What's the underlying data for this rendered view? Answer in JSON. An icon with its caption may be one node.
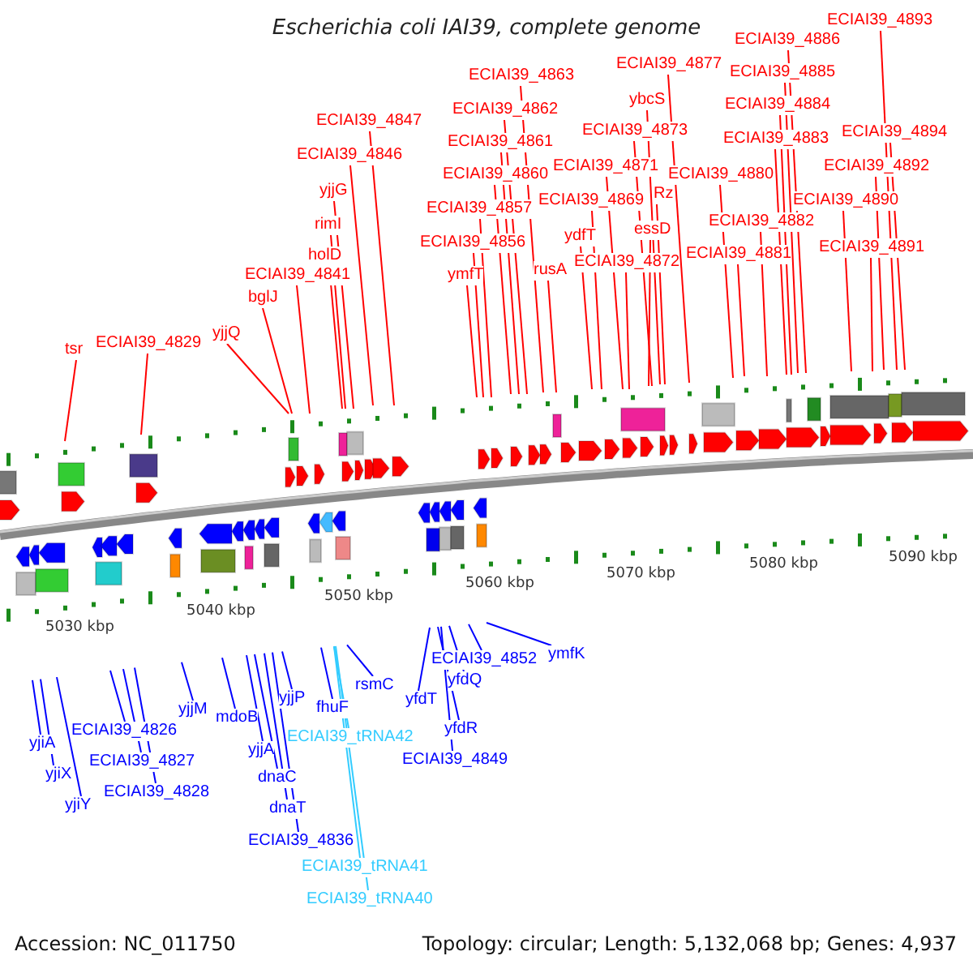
{
  "diagram": {
    "title": "Escherichia coli IAI39, complete genome",
    "nodes": [
      {
        "text": [
          "ECIAI39_4893"
        ]
      },
      {
        "text": [
          "ECIAI39_4886"
        ]
      },
      {
        "text": [
          "ECIAI39_4877"
        ]
      },
      {
        "text": [
          "ECIAI39_4885"
        ]
      },
      {
        "text": [
          "ECIAI39_4863"
        ]
      },
      {
        "text": [
          "ybcS"
        ]
      },
      {
        "text": [
          "ECIAI39_4884"
        ]
      },
      {
        "text": [
          "ECIAI39_4862"
        ]
      },
      {
        "text": [
          "ECIAI39_4847"
        ]
      },
      {
        "text": [
          "ECIAI39_4873"
        ]
      },
      {
        "text": [
          "ECIAI39_4894"
        ]
      },
      {
        "text": [
          "ECIAI39_4883"
        ]
      },
      {
        "text": [
          "ECIAI39_4861"
        ]
      },
      {
        "text": [
          "ECIAI39_4846"
        ]
      },
      {
        "text": [
          "ECIAI39_4871"
        ]
      },
      {
        "text": [
          "ECIAI39_4892"
        ]
      },
      {
        "text": [
          "ECIAI39_4860"
        ]
      },
      {
        "text": [
          "ECIAI39_4880"
        ]
      },
      {
        "text": [
          "yjjG"
        ]
      },
      {
        "text": [
          "Rz"
        ]
      },
      {
        "text": [
          "ECIAI39_4869"
        ]
      },
      {
        "text": [
          "ECIAI39_4890"
        ]
      },
      {
        "text": [
          "ECIAI39_4857"
        ]
      },
      {
        "text": [
          "ECIAI39_4882"
        ]
      },
      {
        "text": [
          "rimI"
        ]
      },
      {
        "text": [
          "essD"
        ]
      },
      {
        "text": [
          "ydfT"
        ]
      },
      {
        "text": [
          "ECIAI39_4856"
        ]
      },
      {
        "text": [
          "ECIAI39_4891"
        ]
      },
      {
        "text": [
          "ECIAI39_4881"
        ]
      },
      {
        "text": [
          "holD"
        ]
      },
      {
        "text": [
          "ECIAI39_4872"
        ]
      },
      {
        "text": [
          "rusA"
        ]
      },
      {
        "text": [
          "ymfT"
        ]
      },
      {
        "text": [
          "ECIAI39_4841"
        ]
      },
      {
        "text": [
          "bglJ"
        ]
      },
      {
        "text": [
          "yjjQ"
        ]
      },
      {
        "text": [
          "ECIAI39_4829"
        ]
      },
      {
        "text": [
          "tsr"
        ]
      },
      {
        "text": [
          "ymfK"
        ]
      },
      {
        "text": [
          "ECIAI39_4852"
        ]
      },
      {
        "text": [
          "yfdQ"
        ]
      },
      {
        "text": [
          "rsmC"
        ]
      },
      {
        "text": [
          "yjjP"
        ]
      },
      {
        "text": [
          "yfdT"
        ]
      },
      {
        "text": [
          "fhuF"
        ]
      },
      {
        "text": [
          "yjjM"
        ]
      },
      {
        "text": [
          "mdoB"
        ]
      },
      {
        "text": [
          "yfdR"
        ]
      },
      {
        "text": [
          "ECIAI39_4826"
        ]
      },
      {
        "text": [
          "ECIAI39_tRNA42"
        ]
      },
      {
        "text": [
          "yjiA"
        ]
      },
      {
        "text": [
          "yjjA"
        ]
      },
      {
        "text": [
          "ECIAI39_4849"
        ]
      },
      {
        "text": [
          "ECIAI39_4827"
        ]
      },
      {
        "text": [
          "yjiX"
        ]
      },
      {
        "text": [
          "dnaC"
        ]
      },
      {
        "text": [
          "ECIAI39_4828"
        ]
      },
      {
        "text": [
          "yjiY"
        ]
      },
      {
        "text": [
          "dnaT"
        ]
      },
      {
        "text": [
          "ECIAI39_4836"
        ]
      },
      {
        "text": [
          "ECIAI39_tRNA41"
        ]
      },
      {
        "text": [
          "ECIAI39_tRNA40"
        ]
      }
    ],
    "edges": [
      {
        "from": 0,
        "to": null,
        "arrow": "none"
      },
      {
        "from": 1,
        "to": null,
        "arrow": "none"
      },
      {
        "from": 2,
        "to": null,
        "arrow": "none"
      },
      {
        "from": 3,
        "to": null,
        "arrow": "none"
      },
      {
        "from": 4,
        "to": null,
        "arrow": "none"
      },
      {
        "from": 5,
        "to": null,
        "arrow": "none"
      },
      {
        "from": 6,
        "to": null,
        "arrow": "none"
      },
      {
        "from": 7,
        "to": null,
        "arrow": "none"
      },
      {
        "from": 8,
        "to": null,
        "arrow": "none"
      },
      {
        "from": 9,
        "to": null,
        "arrow": "none"
      },
      {
        "from": 10,
        "to": null,
        "arrow": "none"
      },
      {
        "from": 11,
        "to": null,
        "arrow": "none"
      },
      {
        "from": 12,
        "to": null,
        "arrow": "none"
      },
      {
        "from": 13,
        "to": null,
        "arrow": "none"
      },
      {
        "from": 14,
        "to": null,
        "arrow": "none"
      },
      {
        "from": 15,
        "to": null,
        "arrow": "none"
      },
      {
        "from": 16,
        "to": null,
        "arrow": "none"
      },
      {
        "from": 17,
        "to": null,
        "arrow": "none"
      },
      {
        "from": 18,
        "to": null,
        "arrow": "none"
      },
      {
        "from": 19,
        "to": null,
        "arrow": "none"
      },
      {
        "from": 20,
        "to": null,
        "arrow": "none"
      },
      {
        "from": 21,
        "to": null,
        "arrow": "none"
      },
      {
        "from": 22,
        "to": null,
        "arrow": "none"
      },
      {
        "from": 23,
        "to": null,
        "arrow": "none"
      },
      {
        "from": 24,
        "to": null,
        "arrow": "none"
      },
      {
        "from": 25,
        "to": null,
        "arrow": "none"
      },
      {
        "from": 26,
        "to": null,
        "arrow": "none"
      },
      {
        "from": 27,
        "to": null,
        "arrow": "none"
      },
      {
        "from": 28,
        "to": null,
        "arrow": "none"
      },
      {
        "from": 29,
        "to": null,
        "arrow": "none"
      },
      {
        "from": 30,
        "to": null,
        "arrow": "none"
      },
      {
        "from": 31,
        "to": null,
        "arrow": "none"
      },
      {
        "from": 32,
        "to": null,
        "arrow": "none"
      },
      {
        "from": 33,
        "to": null,
        "arrow": "none"
      },
      {
        "from": 34,
        "to": null,
        "arrow": "none"
      },
      {
        "from": 35,
        "to": null,
        "arrow": "none"
      },
      {
        "from": 36,
        "to": null,
        "arrow": "none"
      },
      {
        "from": 37,
        "to": null,
        "arrow": "none"
      },
      {
        "from": 38,
        "to": null,
        "arrow": "none"
      },
      {
        "from": 39,
        "to": null,
        "arrow": "none",
        "color": "#0000ff"
      },
      {
        "from": 40,
        "to": null,
        "arrow": "none",
        "color": "#0000ff"
      },
      {
        "from": 41,
        "to": null,
        "arrow": "none",
        "color": "#0000ff"
      },
      {
        "from": 42,
        "to": null,
        "arrow": "none",
        "color": "#0000ff"
      },
      {
        "from": 43,
        "to": null,
        "arrow": "none",
        "color": "#0000ff"
      },
      {
        "from": 44,
        "to": null,
        "arrow": "none",
        "color": "#0000ff"
      },
      {
        "from": 45,
        "to": null,
        "arrow": "none",
        "color": "#0000ff"
      },
      {
        "from": 46,
        "to": null,
        "arrow": "none",
        "color": "#0000ff"
      },
      {
        "from": 47,
        "to": null,
        "arrow": "none",
        "color": "#0000ff"
      },
      {
        "from": 48,
        "to": null,
        "arrow": "none",
        "color": "#0000ff"
      },
      {
        "from": 49,
        "to": null,
        "arrow": "none",
        "color": "#0000ff"
      },
      {
        "from": 50,
        "to": null,
        "arrow": "none",
        "color": "#33ccff"
      },
      {
        "from": 51,
        "to": null,
        "arrow": "none",
        "color": "#0000ff"
      },
      {
        "from": 52,
        "to": null,
        "arrow": "none",
        "color": "#0000ff"
      },
      {
        "from": 53,
        "to": null,
        "arrow": "none",
        "color": "#0000ff"
      },
      {
        "from": 54,
        "to": null,
        "arrow": "none",
        "color": "#0000ff"
      },
      {
        "from": 55,
        "to": null,
        "arrow": "none",
        "color": "#0000ff"
      },
      {
        "from": 56,
        "to": null,
        "arrow": "none",
        "color": "#0000ff"
      },
      {
        "from": 57,
        "to": null,
        "arrow": "none",
        "color": "#0000ff"
      },
      {
        "from": 58,
        "to": null,
        "arrow": "none",
        "color": "#0000ff"
      },
      {
        "from": 59,
        "to": null,
        "arrow": "none",
        "color": "#0000ff"
      },
      {
        "from": 60,
        "to": null,
        "arrow": "none",
        "color": "#0000ff"
      },
      {
        "from": 61,
        "to": null,
        "arrow": "none",
        "color": "#33ccff"
      },
      {
        "from": 62,
        "to": null,
        "arrow": "none",
        "color": "#33ccff"
      }
    ],
    "labels": [
      "5030 kbp",
      "5040 kbp",
      "5050 kbp",
      "5060 kbp",
      "5070 kbp",
      "5080 kbp",
      "5090 kbp",
      "Accession: NC_011750",
      "Topology: circular; Length: 5,132,068 bp; Genes: 4,937"
    ]
  }
}
